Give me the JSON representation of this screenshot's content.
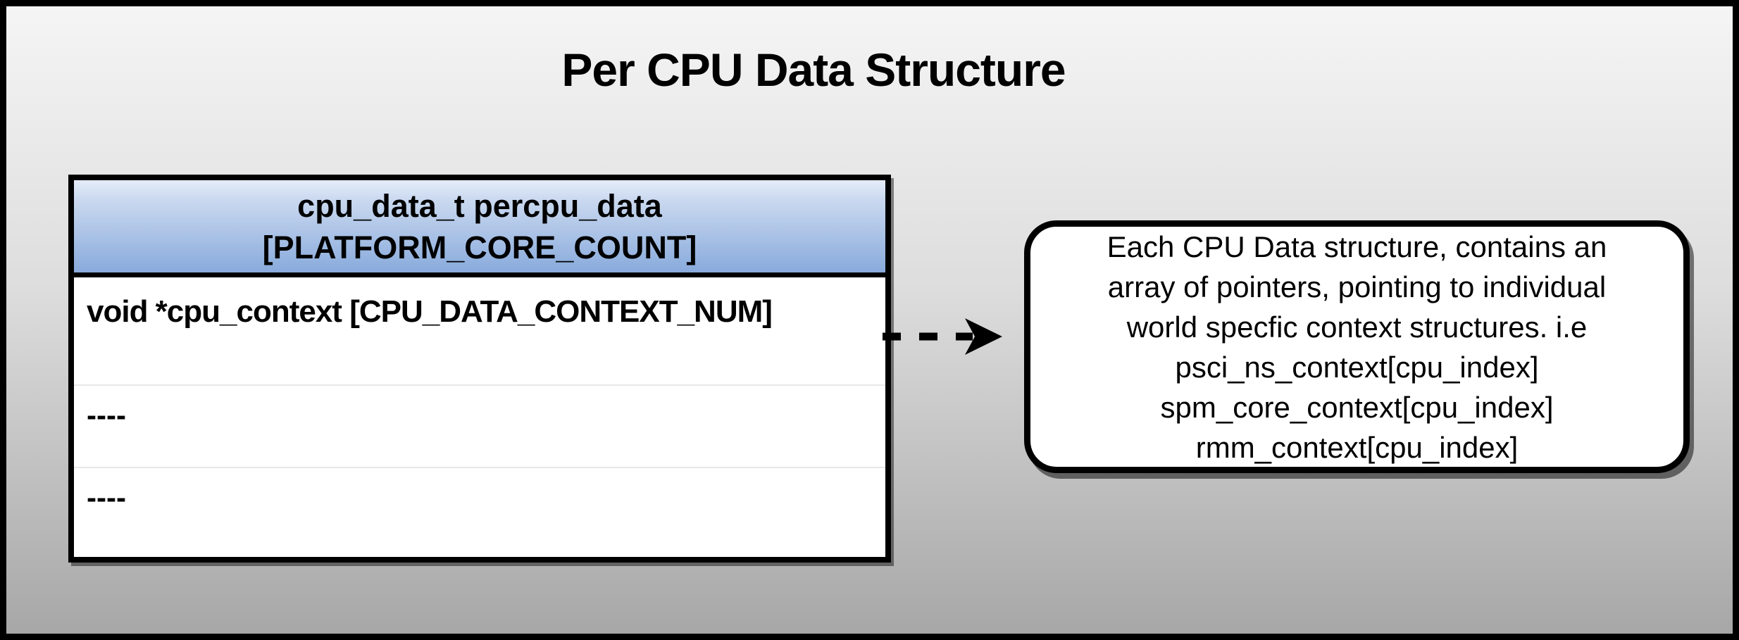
{
  "diagram": {
    "title": "Per CPU Data Structure",
    "struct_table": {
      "header_lines": [
        "cpu_data_t percpu_data",
        "[PLATFORM_CORE_COUNT]"
      ],
      "rows": [
        "void *cpu_context [CPU_DATA_CONTEXT_NUM]",
        "----",
        "----"
      ]
    },
    "connector": {
      "style": "dashed",
      "direction": "right",
      "icon": "right-arrow-icon"
    },
    "callout": {
      "lines": [
        "Each CPU Data structure, contains an",
        "array of pointers, pointing to individual",
        "world specfic context structures. i.e",
        "psci_ns_context[cpu_index]",
        "spm_core_context[cpu_index]",
        "rmm_context[cpu_index]"
      ]
    },
    "colors": {
      "background_top": "#f5f5f5",
      "background_bottom": "#a7a7a7",
      "header_gradient_top": "#e6edf9",
      "header_gradient_bottom": "#88aadc",
      "border": "#000000"
    }
  }
}
